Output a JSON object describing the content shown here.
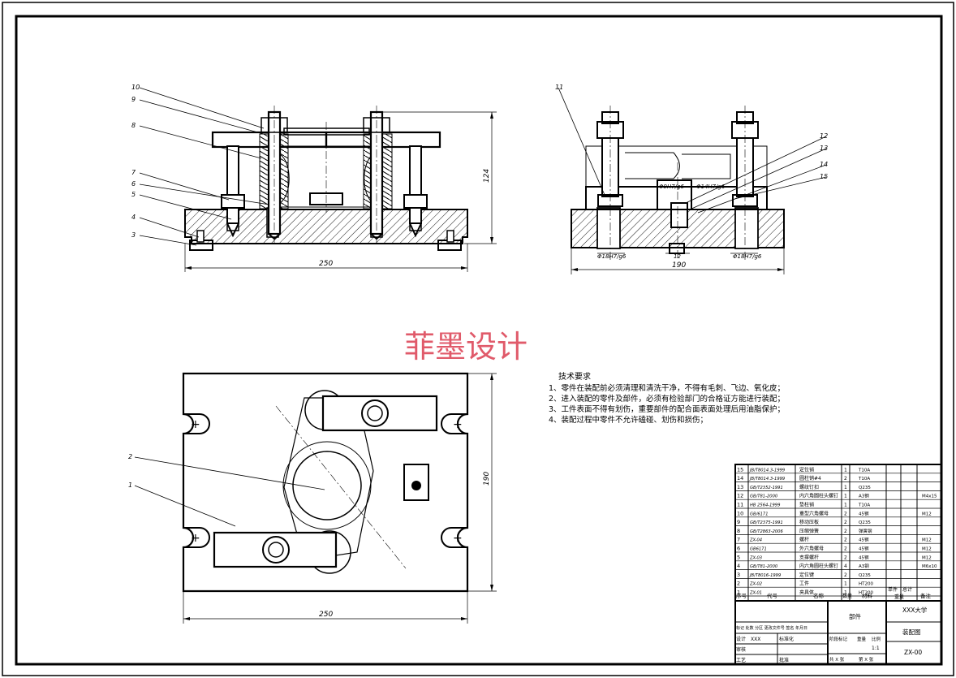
{
  "watermark": "菲墨设计",
  "tech_requirements": {
    "title": "技术要求",
    "items": [
      "1、零件在装配前必须清理和清洗干净，不得有毛刺、飞边、氧化皮；",
      "2、进入装配的零件及部件，必须有检验部门的合格证方能进行装配；",
      "3、工件表面不得有划伤，重要部件的配合面表面处理后用油脂保护；",
      "4、装配过程中零件不允许磕碰、划伤和损伤；"
    ]
  },
  "dimensions": {
    "front_width": "250",
    "front_height": "124",
    "side_width": "190",
    "side_fit_left": "Φ18H7/g6",
    "side_slot": "12",
    "side_fit_right": "Φ18H7/g6",
    "side_fit_top1": "Φ9H7/g6",
    "side_fit_top2": "Φ14H7/g6",
    "top_width": "250",
    "top_height": "190"
  },
  "balloons": {
    "front": [
      "10",
      "9",
      "8",
      "7",
      "6",
      "5",
      "4",
      "3"
    ],
    "side": [
      "11",
      "12",
      "13",
      "14",
      "15"
    ],
    "top": [
      "2",
      "1"
    ]
  },
  "bom": {
    "rows": [
      {
        "no": "15",
        "code": "JB/T8014.3-1999",
        "name": "定位销",
        "qty": "1",
        "material": "T10A",
        "note": ""
      },
      {
        "no": "14",
        "code": "JB/T8014.3-1999",
        "name": "圆柱销#4",
        "qty": "2",
        "material": "T10A",
        "note": ""
      },
      {
        "no": "13",
        "code": "GB/T2352-1991",
        "name": "螺纹钉扣",
        "qty": "1",
        "material": "Q235",
        "note": ""
      },
      {
        "no": "12",
        "code": "GB/T81-2000",
        "name": "内六角圆柱头螺钉",
        "qty": "1",
        "material": "A3钢",
        "note": "M4x15"
      },
      {
        "no": "11",
        "code": "HB 2564-1999",
        "name": "垫柱销",
        "qty": "1",
        "material": "T10A",
        "note": ""
      },
      {
        "no": "10",
        "code": "GB/6171",
        "name": "重型六角螺母",
        "qty": "2",
        "material": "45钢",
        "note": "M12"
      },
      {
        "no": "9",
        "code": "GB/T2375-1991",
        "name": "移动压板",
        "qty": "2",
        "material": "Q235",
        "note": ""
      },
      {
        "no": "8",
        "code": "GB/T2863-2006",
        "name": "压缩弹簧",
        "qty": "2",
        "material": "弹簧钢",
        "note": ""
      },
      {
        "no": "7",
        "code": "ZX-04",
        "name": "螺杆",
        "qty": "2",
        "material": "45钢",
        "note": "M12"
      },
      {
        "no": "6",
        "code": "GB6171",
        "name": "外六角螺母",
        "qty": "2",
        "material": "45钢",
        "note": "M12"
      },
      {
        "no": "5",
        "code": "ZX-03",
        "name": "支撑螺杆",
        "qty": "2",
        "material": "45钢",
        "note": "M12"
      },
      {
        "no": "4",
        "code": "GB/T81-2000",
        "name": "内六角圆柱头螺钉",
        "qty": "4",
        "material": "A3钢",
        "note": "M6x10"
      },
      {
        "no": "3",
        "code": "JB/T8016-1999",
        "name": "定位键",
        "qty": "2",
        "material": "Q235",
        "note": ""
      },
      {
        "no": "2",
        "code": "ZX-02",
        "name": "工件",
        "qty": "1",
        "material": "HT200",
        "note": ""
      },
      {
        "no": "1",
        "code": "ZX-01",
        "name": "夹具体",
        "qty": "1",
        "material": "HT200",
        "note": ""
      }
    ],
    "header": {
      "no": "序号",
      "code": "代号",
      "name": "名称",
      "qty": "数量",
      "material": "材料",
      "unit_weight": "单件",
      "total_weight": "总计",
      "weight": "重量",
      "note": "备注"
    }
  },
  "title_block": {
    "part_label": "部件",
    "university": "XXX大学",
    "drawing_type": "装配图",
    "drawing_no": "ZX-00",
    "designer_label": "设计",
    "designer": "XXX",
    "standardize": "标准化",
    "check": "审核",
    "process": "工艺",
    "approve": "批准",
    "stage_label": "阶段标记",
    "weight_label": "重量",
    "scale_label": "比例",
    "scale": "1:1",
    "sheet": "共 X 张",
    "sheet2": "第 X 张",
    "mark_row": "标记 处数 分区 更改文件号 签名 年月日"
  }
}
